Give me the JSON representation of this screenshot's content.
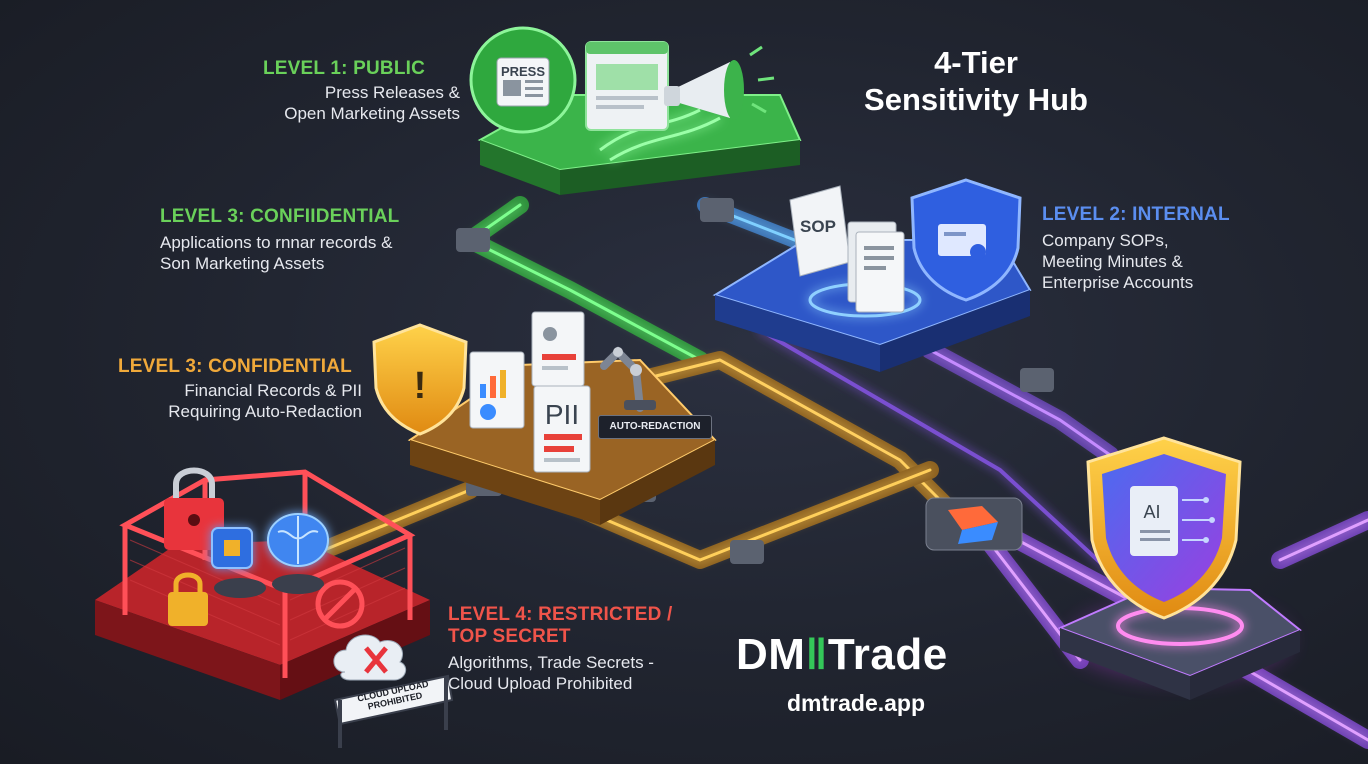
{
  "title": {
    "line1": "4-Tier",
    "line2": "Sensitivity Hub"
  },
  "levels": [
    {
      "heading": "LEVEL 1: PUBLIC",
      "line1": "Press Releases &",
      "line2": "Open Marketing Assets",
      "color": "#6ad15a"
    },
    {
      "heading": "LEVEL 3: CONFIIDENTIAL",
      "line1": "Applications to rnnar records &",
      "line2": "Son Marketing Assets",
      "color": "#6ad15a"
    },
    {
      "heading": "LEVEL 2: INTERNAL",
      "line1": "Company SOPs,",
      "line2": "Meeting Minutes &",
      "line3": "Enterprise Accounts",
      "color": "#5b8ef0"
    },
    {
      "heading": "LEVEL 3: CONFIDENTIAL",
      "line1": "Financial Records & PII",
      "line2": "Requiring Auto-Redaction",
      "color": "#f0a93a"
    },
    {
      "heading_line1": "LEVEL 4: RESTRICTED /",
      "heading_line2": "TOP SECRET",
      "line1": "Algorithms, Trade Secrets -",
      "line2": "Cloud Upload Prohibited",
      "color": "#f0544a"
    }
  ],
  "icons": {
    "press": "PRESS",
    "sop": "SOP",
    "pii": "PII",
    "ai": "AI",
    "auto_redaction": "AUTO-REDACTION",
    "cloud_upload_line1": "CLOUD UPLOAD",
    "cloud_upload_line2": "PROHIBITED"
  },
  "brand": {
    "prefix": "DM",
    "suffix": "Trade",
    "url": "dmtrade.app"
  }
}
